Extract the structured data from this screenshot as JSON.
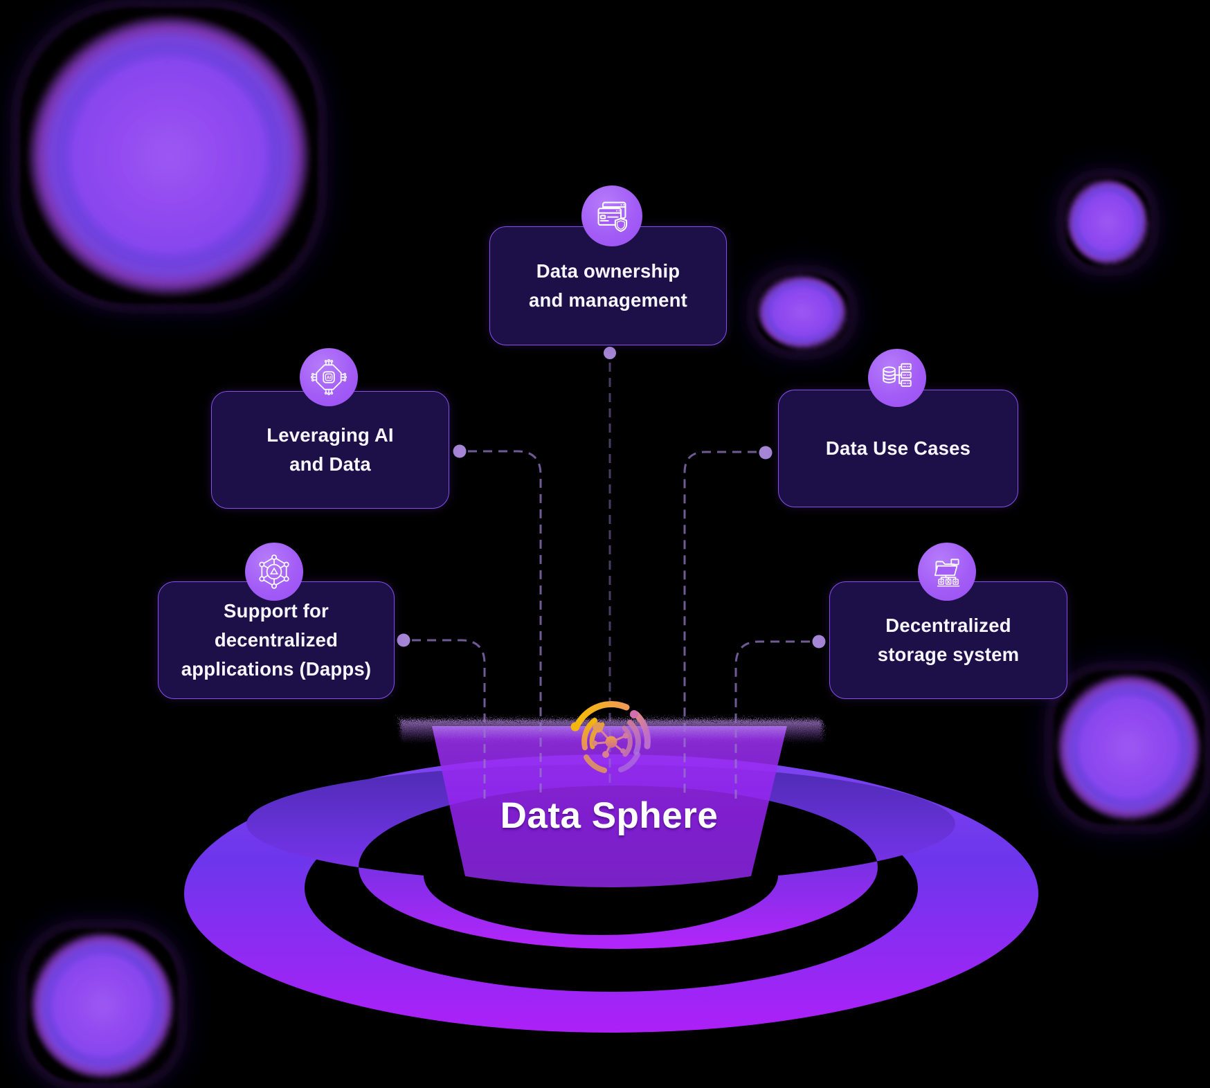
{
  "diagram": {
    "title": "Data Sphere",
    "nodes": [
      {
        "id": "data-ownership",
        "lines": [
          "Data ownership",
          "and management"
        ],
        "icon": "browser-shield-icon"
      },
      {
        "id": "leveraging-ai",
        "lines": [
          "Leveraging AI",
          "and Data"
        ],
        "icon": "ai-chip-icon",
        "icon_label": "AI"
      },
      {
        "id": "data-use-cases",
        "lines": [
          "Data Use Cases"
        ],
        "icon": "database-servers-icon"
      },
      {
        "id": "dapps-support",
        "lines": [
          "Support for",
          "decentralized",
          "applications (Dapps)"
        ],
        "icon": "hexagon-network-icon"
      },
      {
        "id": "decentralized-storage",
        "lines": [
          "Decentralized",
          "storage system"
        ],
        "icon": "folder-tree-icon"
      }
    ]
  },
  "colors": {
    "background": "#000000",
    "box_fill": "#1d1048",
    "box_border": "#8a4ef0",
    "badge": "#a35df6",
    "text": "#f7f5fd",
    "title_color": "#ffffff",
    "connector": "#9678c8",
    "connector_dot": "#a585d5",
    "ring_top": "#7e44f0",
    "ring_bottom": "#ad20f8",
    "funnel": "#9423ef",
    "logo_gold": "#f5bb07",
    "logo_pink": "#cf6fae"
  }
}
